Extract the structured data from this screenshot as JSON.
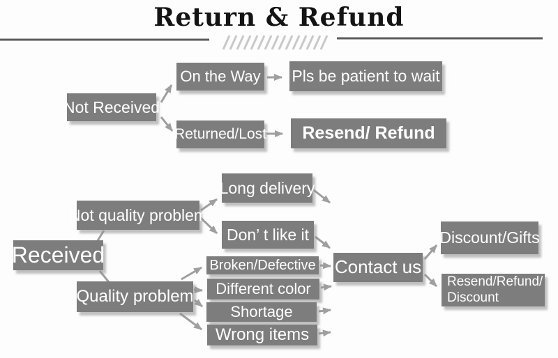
{
  "title": "Return & Refund",
  "colors": {
    "background": "#fdfdfd",
    "node_fill": "#7d7d7d",
    "node_text": "#ffffff",
    "arrow": "#9f9f9f",
    "title_text": "#141414",
    "rule_line": "#5c5c5c",
    "hatch": "#c9c9c9"
  },
  "nodes": {
    "not_received": {
      "label": "Not Received"
    },
    "on_the_way": {
      "label": "On the Way"
    },
    "pls_be_patient": {
      "label": "Pls be patient to wait"
    },
    "returned_lost": {
      "label": "Returned/Lost"
    },
    "resend_refund": {
      "label": "Resend/ Refund"
    },
    "received": {
      "label": "Received"
    },
    "not_quality_problem": {
      "label": "Not quality problem"
    },
    "quality_problem": {
      "label": "Quality problem"
    },
    "long_delivery": {
      "label": "Long delivery"
    },
    "dont_like_it": {
      "label": "Don’ t like it"
    },
    "broken_defective": {
      "label": "Broken/Defective"
    },
    "different_color": {
      "label": "Different color"
    },
    "shortage": {
      "label": "Shortage"
    },
    "wrong_items": {
      "label": "Wrong items"
    },
    "contact_us": {
      "label": "Contact us"
    },
    "discount_gifts": {
      "label": "Discount/Gifts"
    },
    "resend_refund_discount": {
      "line1": "Resend/Refund/",
      "line2": "Discount"
    }
  },
  "edges": [
    {
      "from": "not_received",
      "to": "on_the_way"
    },
    {
      "from": "not_received",
      "to": "returned_lost"
    },
    {
      "from": "on_the_way",
      "to": "pls_be_patient"
    },
    {
      "from": "returned_lost",
      "to": "resend_refund"
    },
    {
      "from": "received",
      "to": "not_quality_problem"
    },
    {
      "from": "received",
      "to": "quality_problem"
    },
    {
      "from": "not_quality_problem",
      "to": "long_delivery"
    },
    {
      "from": "not_quality_problem",
      "to": "dont_like_it"
    },
    {
      "from": "long_delivery",
      "to": "contact_us"
    },
    {
      "from": "dont_like_it",
      "to": "contact_us"
    },
    {
      "from": "quality_problem",
      "to": "broken_defective"
    },
    {
      "from": "quality_problem",
      "to": "different_color"
    },
    {
      "from": "quality_problem",
      "to": "shortage"
    },
    {
      "from": "quality_problem",
      "to": "wrong_items"
    },
    {
      "from": "broken_defective",
      "to": "contact_us"
    },
    {
      "from": "different_color",
      "to": "contact_us"
    },
    {
      "from": "shortage",
      "to": "contact_us"
    },
    {
      "from": "wrong_items",
      "to": "contact_us"
    },
    {
      "from": "contact_us",
      "to": "discount_gifts"
    },
    {
      "from": "contact_us",
      "to": "resend_refund_discount"
    }
  ]
}
